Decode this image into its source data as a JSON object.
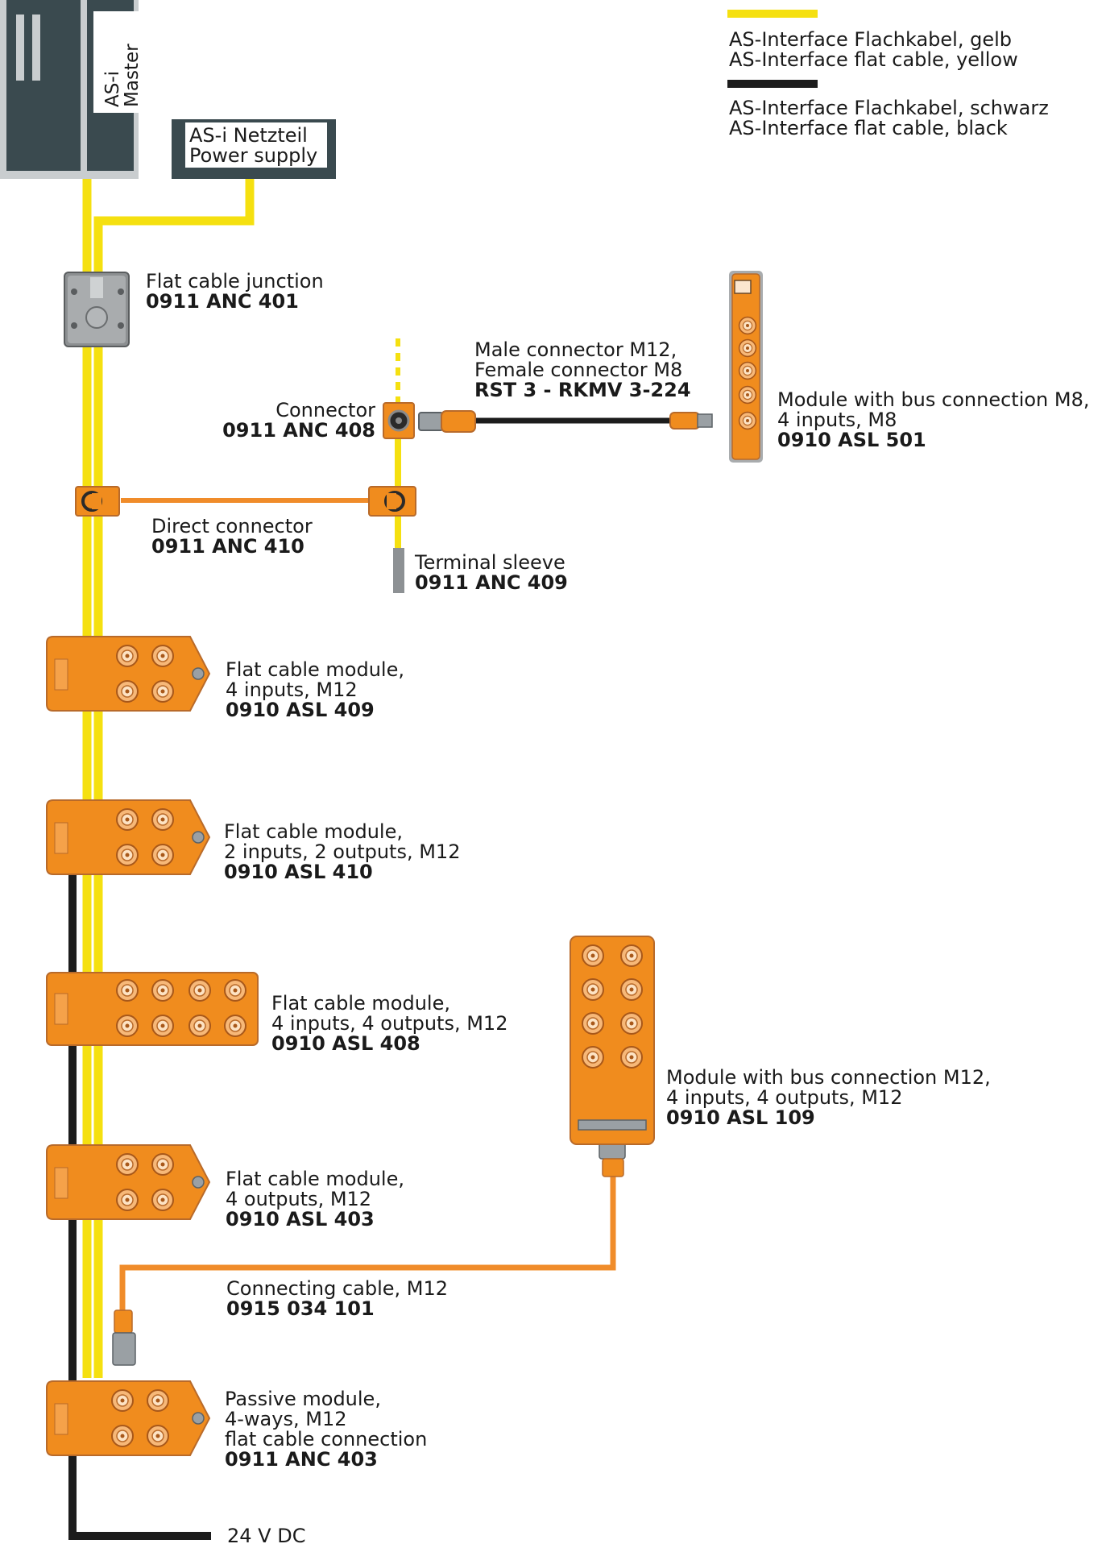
{
  "legend": {
    "yellow": {
      "de": "AS-Interface Flachkabel, gelb",
      "en": "AS-Interface flat cable, yellow"
    },
    "black": {
      "de": "AS-Interface Flachkabel, schwarz",
      "en": "AS-Interface flat cable, black"
    }
  },
  "colors": {
    "yellow_cable": "#f5e010",
    "black_cable": "#1c1c1c",
    "orange": "#f08c1e",
    "orange_cable": "#f08c2a",
    "device_gray": "#3a4a4f"
  },
  "master": {
    "line1": "AS-i",
    "line2": "Master"
  },
  "power_supply": {
    "line1": "AS-i Netzteil",
    "line2": "Power supply"
  },
  "components": {
    "junction": {
      "name": "Flat cable junction",
      "code": "0911 ANC 401"
    },
    "connector": {
      "name": "Connector",
      "code": "0911 ANC 408"
    },
    "rst": {
      "line1": "Male connector M12,",
      "line2": "Female connector M8",
      "code": "RST 3 - RKMV 3-224"
    },
    "bus_m8": {
      "line1": "Module with bus connection M8,",
      "line2": "4 inputs, M8",
      "code": "0910 ASL 501"
    },
    "direct": {
      "name": "Direct connector",
      "code": "0911 ANC 410"
    },
    "sleeve": {
      "name": "Terminal sleeve",
      "code": "0911 ANC 409"
    },
    "asl409": {
      "line1": "Flat cable module,",
      "line2": "4 inputs, M12",
      "code": "0910 ASL 409"
    },
    "asl410": {
      "line1": "Flat cable module,",
      "line2": "2 inputs, 2 outputs, M12",
      "code": "0910 ASL 410"
    },
    "asl408": {
      "line1": "Flat cable module,",
      "line2": "4 inputs, 4 outputs, M12",
      "code": "0910 ASL 408"
    },
    "asl109": {
      "line1": "Module with bus connection M12,",
      "line2": "4 inputs, 4 outputs, M12",
      "code": "0910 ASL 109"
    },
    "asl403": {
      "line1": "Flat cable module,",
      "line2": "4 outputs, M12",
      "code": "0910 ASL 403"
    },
    "cable": {
      "name": "Connecting cable, M12",
      "code": "0915 034 101"
    },
    "passive": {
      "line1": "Passive module,",
      "line2": "4-ways, M12",
      "line3": "flat cable connection",
      "code": "0911 ANC 403"
    }
  },
  "supply": {
    "label": "24 V DC"
  }
}
